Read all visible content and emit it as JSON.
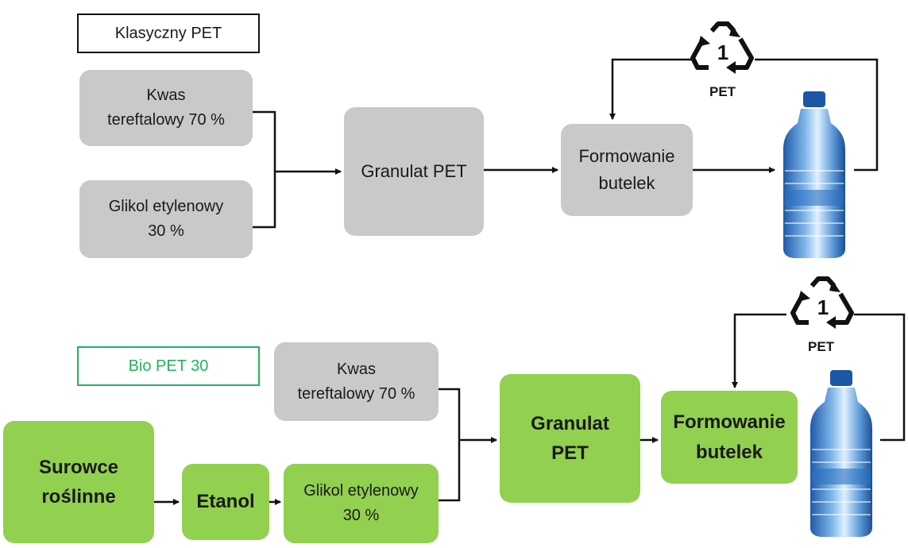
{
  "classic": {
    "label": "Klasyczny PET",
    "acid": "Kwas\ntereftalowy 70 %",
    "glycol": "Glikol etylenowy\n30 %",
    "granulate": "Granulat PET",
    "forming": "Formowanie\nbutelek",
    "recycle_number": "1",
    "recycle_text": "PET"
  },
  "bio": {
    "label": "Bio PET 30",
    "acid": "Kwas\ntereftalowy 70 %",
    "plants": "Surowce\nroślinne",
    "ethanol": "Etanol",
    "glycol": "Glikol etylenowy\n30 %",
    "granulate": "Granulat\nPET",
    "forming": "Formowanie\nbutelek",
    "recycle_number": "1",
    "recycle_text": "PET"
  },
  "colors": {
    "grey_box": "#c9c9c9",
    "green_box": "#92d050",
    "bio_label_border": "#22b35e",
    "bio_label_text": "#22b35e"
  },
  "icons": [
    "recycle-pet-icon",
    "water-bottle-icon"
  ]
}
